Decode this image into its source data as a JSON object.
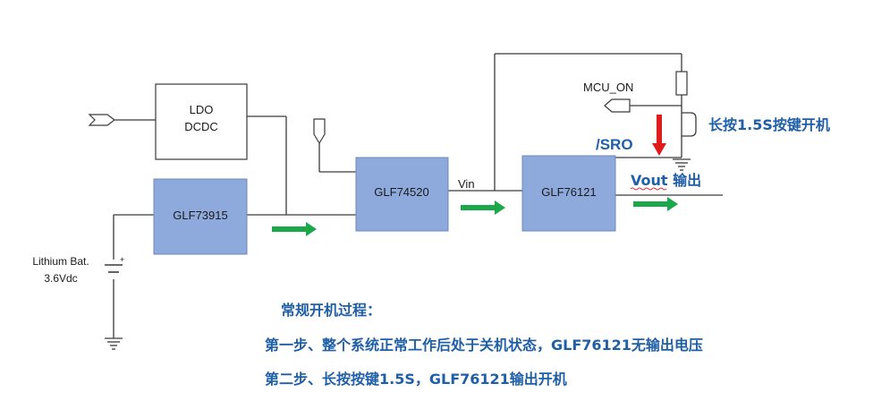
{
  "blocks": {
    "ldo": {
      "line1": "LDO",
      "line2": "DCDC"
    },
    "glf73915": "GLF73915",
    "glf74520": "GLF74520",
    "glf76121": "GLF76121"
  },
  "labels": {
    "battery_line1": "Lithium Bat.",
    "battery_line2": "3.6Vdc",
    "vin": "Vin",
    "mcu_on": "MCU_ON",
    "sro": "/SRO",
    "vout": "Vout 输出",
    "long_press": "长按1.5S按键开机"
  },
  "notes": {
    "title": "常规开机过程：",
    "step1": "第一步、整个系统正常工作后处于关机状态，GLF76121无输出电压",
    "step2": "第二步、长按按键1.5S，GLF76121输出开机"
  },
  "colors": {
    "block_fill": "#8ea9db",
    "note_text": "#1f5fa8",
    "flow_arrow": "#1aa84a",
    "press_arrow": "#e01b1b"
  }
}
